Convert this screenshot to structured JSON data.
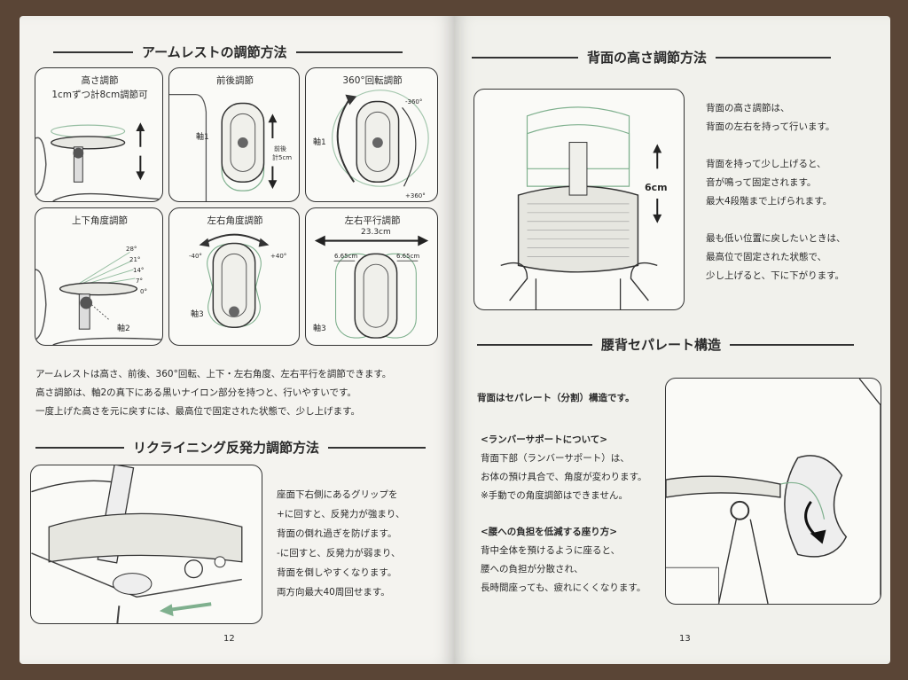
{
  "left_page": {
    "armrest": {
      "title": "アームレストの調節方法",
      "panels": {
        "height": {
          "title": "高さ調節",
          "subtitle": "1cmずつ計8cm調節可"
        },
        "front_back": {
          "title": "前後調節",
          "axis": "軸1",
          "note_top": "前後",
          "note_bottom": "計5cm"
        },
        "rotation": {
          "title": "360°回転調節",
          "axis": "軸1",
          "angle_neg": "-360°",
          "angle_pos": "+360°"
        },
        "tilt_up_down": {
          "title": "上下角度調節",
          "angles": [
            "28°",
            "21°",
            "14°",
            "7°",
            "0°"
          ],
          "axis": "軸2"
        },
        "tilt_left_right": {
          "title": "左右角度調節",
          "angle_neg": "-40°",
          "angle_pos": "+40°",
          "axis": "軸3"
        },
        "slide_left_right": {
          "title": "左右平行調節",
          "total": "23.3cm",
          "left_offset": "6.65cm",
          "right_offset": "6.65cm",
          "axis": "軸3"
        }
      },
      "description": [
        "アームレストは高さ、前後、360°回転、上下・左右角度、左右平行を調節できます。",
        "高さ調節は、軸2の真下にある黒いナイロン部分を持つと、行いやすいです。",
        "一度上げた高さを元に戻すには、最高位で固定された状態で、少し上げます。"
      ]
    },
    "reclining": {
      "title": "リクライニング反発力調節方法",
      "description": [
        "座面下右側にあるグリップを",
        "+に回すと、反発力が強まり、",
        "背面の倒れ過ぎを防げます。",
        "-に回すと、反発力が弱まり、",
        "背面を倒しやすくなります。",
        "両方向最大40周回せます。"
      ]
    },
    "page_number": "12"
  },
  "right_page": {
    "backrest": {
      "title": "背面の高さ調節方法",
      "adjust_label": "6cm",
      "description": [
        "背面の高さ調節は、",
        "背面の左右を持って行います。",
        "",
        "背面を持って少し上げると、",
        "音が鳴って固定されます。",
        "最大4段階まで上げられます。",
        "",
        "最も低い位置に戻したいときは、",
        "最高位で固定された状態で、",
        "少し上げると、下に下がります。"
      ]
    },
    "lumbar": {
      "title": "腰背セパレート構造",
      "intro": "背面はセパレート（分割）構造です。",
      "support_heading": "<ランバーサポートについて>",
      "support_text": [
        "背面下部（ランバーサポート）は、",
        "お体の預け具合で、角度が変わります。",
        "※手動での角度調節はできません。"
      ],
      "sitting_heading": "<腰への負担を低減する座り方>",
      "sitting_text": [
        "背中全体を預けるように座ると、",
        "腰への負担が分散され、",
        "長時間座っても、疲れにくくなります。"
      ]
    },
    "page_number": "13"
  },
  "colors": {
    "accent_green": "#7fb08e",
    "line_dark": "#333333",
    "paper": "#f4f3ef"
  }
}
